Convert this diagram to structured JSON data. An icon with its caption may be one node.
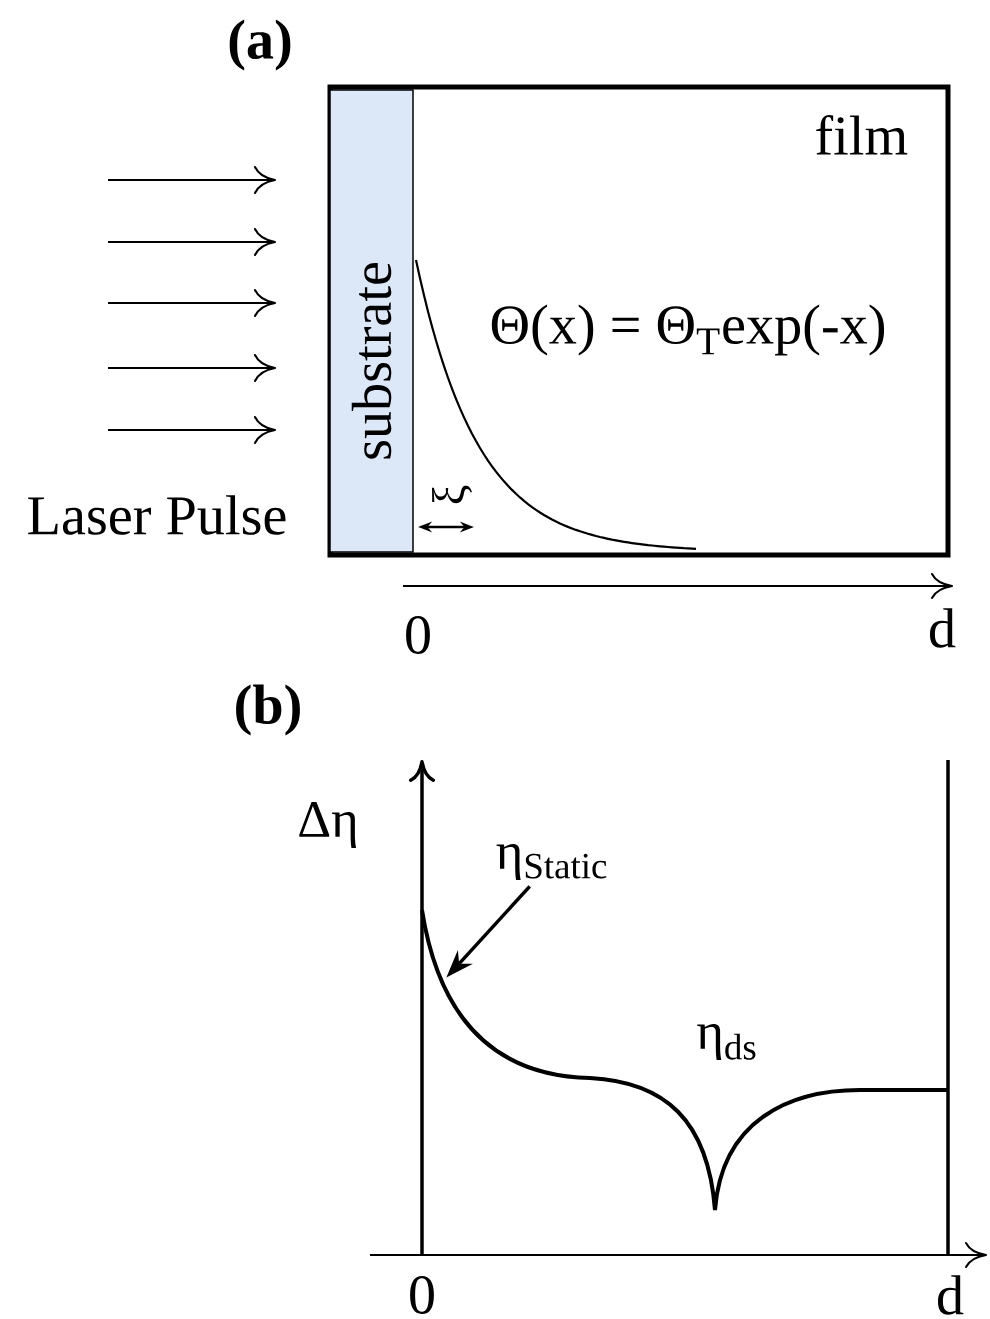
{
  "diagram": {
    "nodes": [
      {
        "text": [
          "film"
        ]
      },
      {
        "text": [
          "substrate"
        ],
        "in": 0
      },
      {
        "text": [
          "η$_{Static}$"
        ]
      },
      {
        "text": [],
        "shape": "curve"
      }
    ],
    "edges": [
      {
        "from": 2,
        "to": 3,
        "arrow": "to"
      }
    ],
    "labels": [
      "(a)",
      "Θ(x) = Θ$_{T}$exp(-x)",
      "Laser Pulse",
      "ξ",
      "0",
      "d",
      "(b)",
      "Δη",
      "η$_{ds}$",
      "0",
      "d"
    ]
  }
}
